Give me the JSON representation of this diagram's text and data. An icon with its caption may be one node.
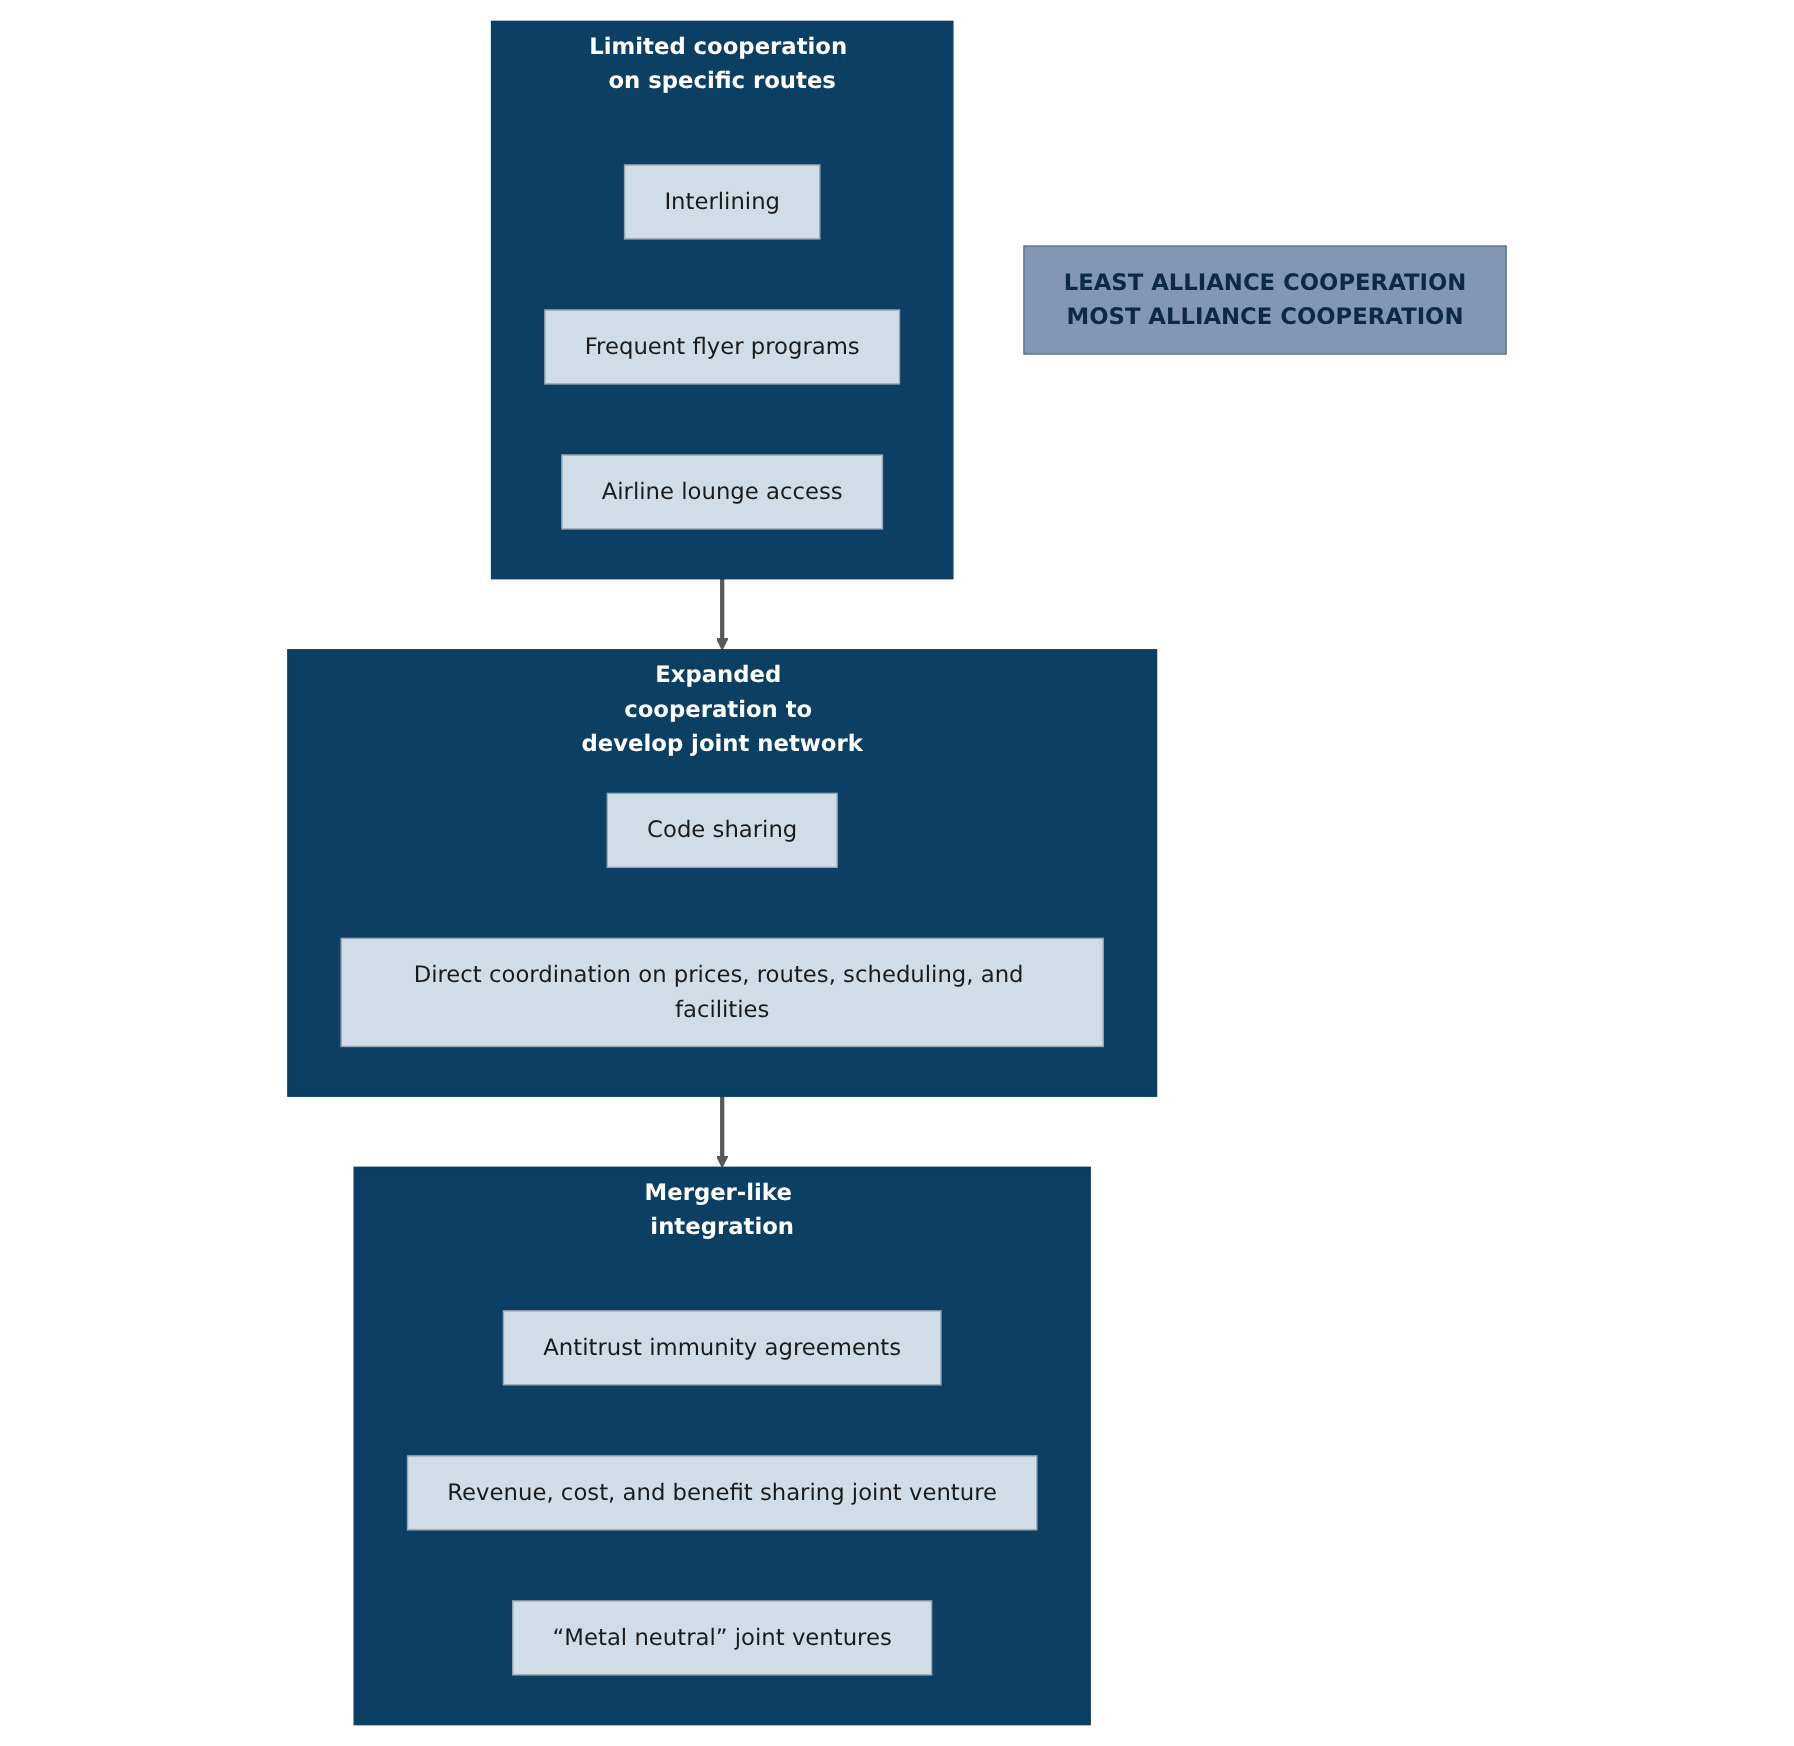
{
  "diagram": {
    "nodes": [
      {
        "text": [
          "LEAST ALLIANCE COOPERATION",
          "MOST ALLIANCE COOPERATION"
        ]
      },
      {
        "text": [
          "Limited cooperation on specific routes"
        ]
      },
      {
        "text": [
          "Interlining"
        ],
        "in": 1
      },
      {
        "text": [
          "Frequent flyer programs"
        ],
        "in": 1
      },
      {
        "text": [
          "Airline lounge access"
        ],
        "in": 1
      },
      {
        "text": [
          "Expanded cooperation to develop joint network"
        ]
      },
      {
        "text": [
          "Code sharing"
        ],
        "in": 5
      },
      {
        "text": [
          "Direct coordination on prices, routes, scheduling, and facilities"
        ],
        "in": 5
      },
      {
        "text": [
          "Merger-like integration"
        ]
      },
      {
        "text": [
          "Antitrust immunity agreements"
        ],
        "in": 8
      },
      {
        "text": [
          "Revenue, cost, and benefit sharing joint venture"
        ],
        "in": 8
      },
      {
        "text": [
          "“Metal neutral” joint ventures"
        ],
        "in": 8
      }
    ],
    "edges": [
      {
        "from": 1,
        "to": 5,
        "arrow": "to"
      },
      {
        "from": 5,
        "to": 8,
        "arrow": "to"
      }
    ]
  }
}
